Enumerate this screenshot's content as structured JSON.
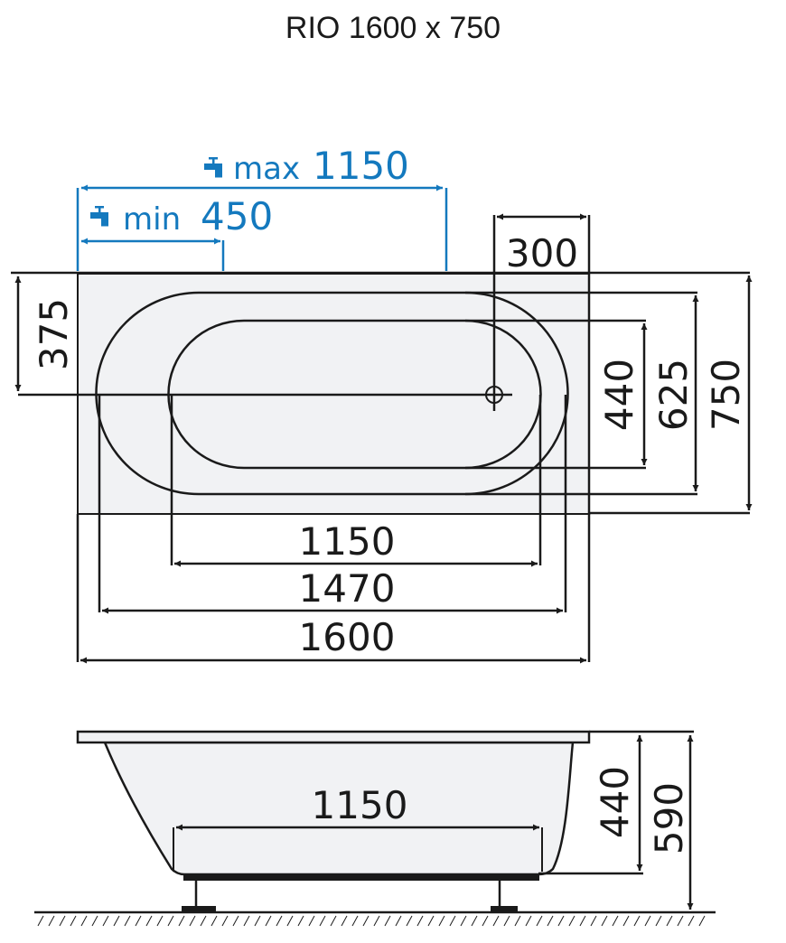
{
  "title": "RIO 1600 x 750",
  "colors": {
    "line": "#1a1a1a",
    "accent": "#1479be",
    "fill": "#f1f2f4"
  },
  "faucet": {
    "max_label": "max",
    "max_value": "1150",
    "min_label": "min",
    "min_value": "450",
    "icon": "faucet-icon"
  },
  "top_view": {
    "drain_offset": "300",
    "drain_center_height": "375",
    "inner_width_depth": "440",
    "interior_depth": "625",
    "overall_depth": "750",
    "bottom_length": "1150",
    "interior_length": "1470",
    "overall_length": "1600"
  },
  "side_view": {
    "bottom_length": "1150",
    "inner_depth": "440",
    "overall_height": "590"
  }
}
